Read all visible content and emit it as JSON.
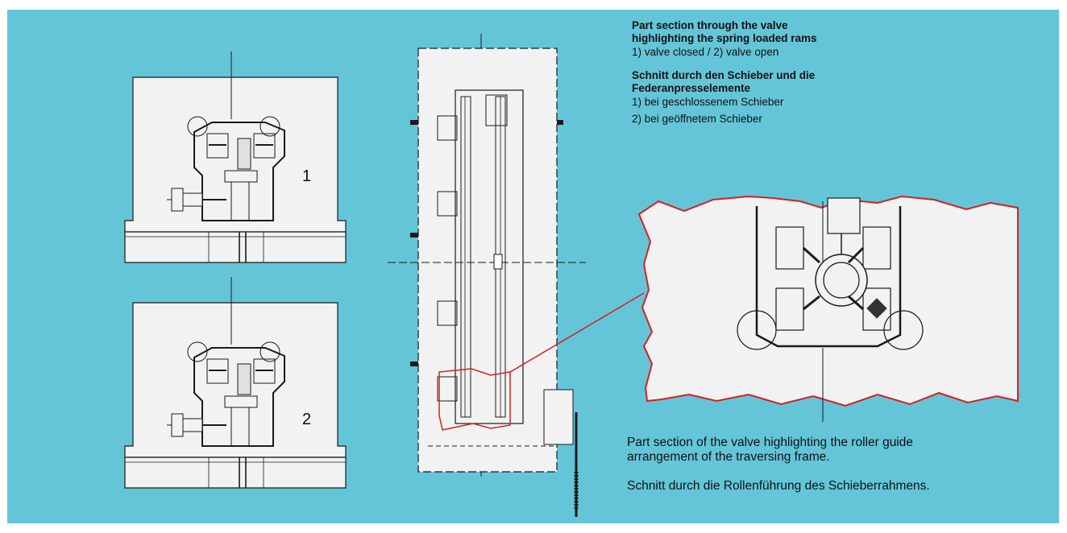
{
  "labels": {
    "view1": "1",
    "view2": "2"
  },
  "caption_top": {
    "en_title_line1": "Part section through the valve",
    "en_title_line2": "highlighting the spring loaded rams",
    "en_sub": "1) valve closed  /  2) valve open",
    "de_title_line1": "Schnitt durch den Schieber und die",
    "de_title_line2": "Federanpresselemente",
    "de_sub1": "1) bei geschlossenem Schieber",
    "de_sub2": "2) bei geöffnetem Schieber"
  },
  "caption_bottom": {
    "en_line1": "Part section of the valve highlighting the roller guide",
    "en_line2": "arrangement of the traversing frame.",
    "de_line": "Schnitt durch die Rollenführung des Schieberrahmens."
  },
  "colors": {
    "background": "#64c5d9",
    "drawing_fill": "#f2f2f2",
    "line": "#1a1a1a",
    "detail_outline": "#d42020"
  }
}
